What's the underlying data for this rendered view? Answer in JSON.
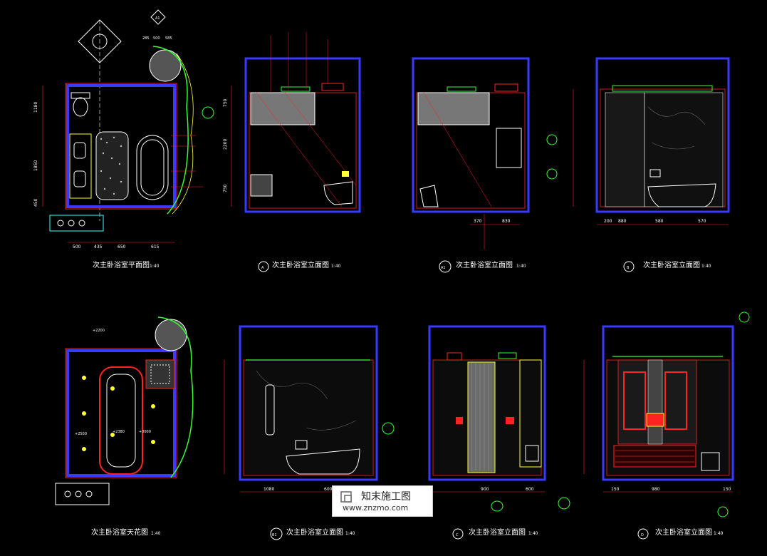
{
  "colors": {
    "background": "#000000",
    "wall": "#3a3aff",
    "red": "#ff2222",
    "white": "#ffffff",
    "yellow": "#ffff33",
    "green": "#33ff33",
    "cyan": "#33ffff",
    "gray": "#888888"
  },
  "titles": {
    "plan": "次主卧浴室平面图",
    "elevA": "次主卧浴室立面图",
    "elevA1": "次主卧浴室立面图",
    "elevB": "次主卧浴室立面图",
    "ceiling": "次主卧浴室天花图",
    "elevB1": "次主卧浴室立面图",
    "elevC": "次主卧浴室立面图",
    "elevD": "次主卧浴室立面图"
  },
  "markers": {
    "A": "A",
    "A1": "A1",
    "B": "B",
    "B1": "B1",
    "C": "C",
    "D": "D"
  },
  "scale": "1:40",
  "dims": {
    "plan_bottom": [
      "500",
      "435",
      "650",
      "615"
    ],
    "plan_left": [
      "1180",
      "1850",
      "450"
    ],
    "plan_top": [
      "285",
      "500",
      "585"
    ],
    "elevA_left": [
      "750",
      "2200",
      "750"
    ],
    "elevA1_bottom": [
      "370",
      "830"
    ],
    "elevB_bottom": [
      "200",
      "880",
      "580",
      "570"
    ],
    "elevB1_bottom": [
      "1080",
      "600"
    ],
    "elevC_bottom": [
      "900",
      "600"
    ],
    "elevD_bottom": [
      "150",
      "980",
      "150"
    ],
    "ceiling_levels": [
      "+2200",
      "+2500",
      "+2380",
      "+3000"
    ]
  },
  "watermark": {
    "name": "知末施工图",
    "url": "www.znzmo.com"
  }
}
